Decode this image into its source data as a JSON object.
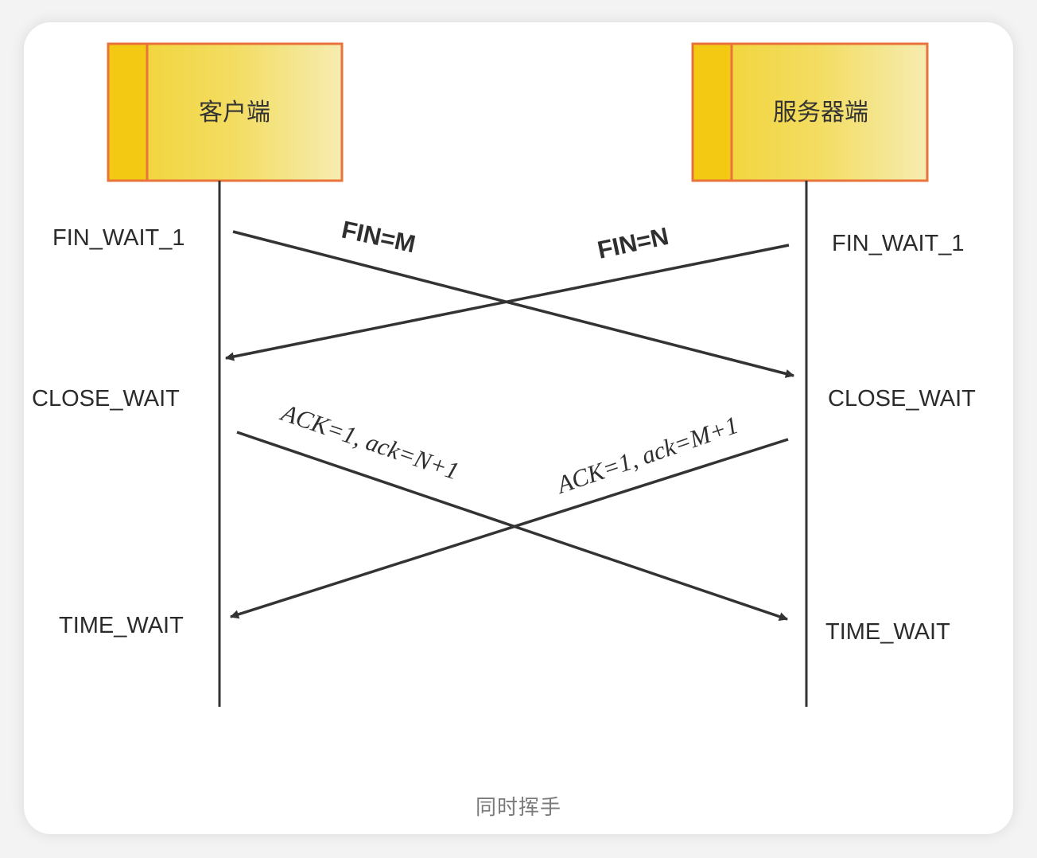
{
  "participants": {
    "client": {
      "label": "客户端"
    },
    "server": {
      "label": "服务器端"
    }
  },
  "states": {
    "client": [
      "FIN_WAIT_1",
      "CLOSE_WAIT",
      "TIME_WAIT"
    ],
    "server": [
      "FIN_WAIT_1",
      "CLOSE_WAIT",
      "TIME_WAIT"
    ]
  },
  "messages": {
    "fin_client": "FIN=M",
    "fin_server": "FIN=N",
    "ack_client": "ACK=1, ack=N+1",
    "ack_server": "ACK=1, ack=M+1"
  },
  "caption": "同时挥手",
  "colors": {
    "box_border": "#e8743b",
    "box_fill_dark": "#f3c913",
    "box_fill_light": "#f7eba6",
    "line": "#333333"
  }
}
